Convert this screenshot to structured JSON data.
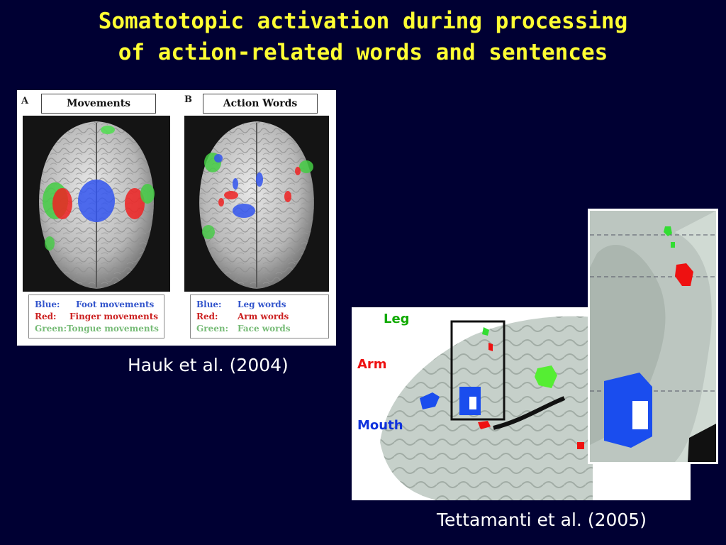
{
  "title": {
    "line1": "Somatotopic activation during processing",
    "line2": "of action-related words and sentences"
  },
  "figure_hauk": {
    "panel_a": {
      "letter": "A",
      "title": "Movements",
      "legend": [
        {
          "key": "Blue:",
          "text": "Foot movements",
          "color": "#3355cc"
        },
        {
          "key": "Red:",
          "text": "Finger movements",
          "color": "#cc2222"
        },
        {
          "key": "Green:",
          "text": "Tongue movements",
          "color": "#77bb77"
        }
      ]
    },
    "panel_b": {
      "letter": "B",
      "title": "Action Words",
      "legend": [
        {
          "key": "Blue:",
          "text": "Leg words",
          "color": "#3355cc"
        },
        {
          "key": "Red:",
          "text": "Arm words",
          "color": "#cc2222"
        },
        {
          "key": "Green:",
          "text": "Face words",
          "color": "#77bb77"
        }
      ]
    },
    "caption": "Hauk et al. (2004)"
  },
  "figure_tettamanti": {
    "labels": {
      "leg": "Leg",
      "arm": "Arm",
      "mouth": "Mouth"
    },
    "label_colors": {
      "leg": "#11aa00",
      "arm": "#ee1111",
      "mouth": "#1133dd"
    },
    "caption": "Tettamanti et al. (2005)"
  },
  "colors": {
    "background": "#000033",
    "title": "#ffff33",
    "caption": "#ffffff"
  }
}
